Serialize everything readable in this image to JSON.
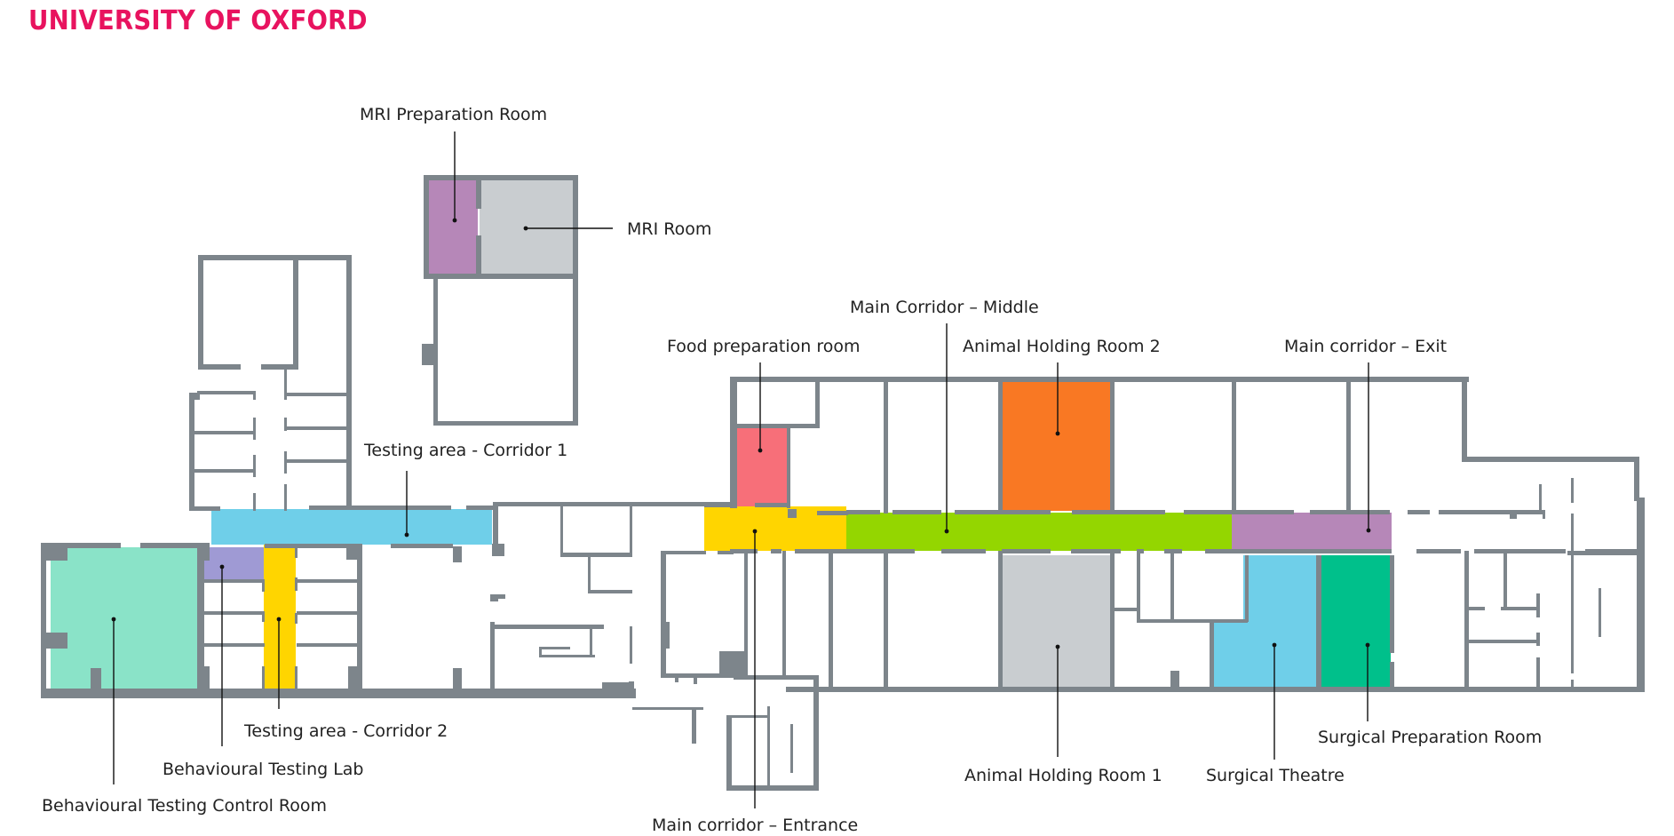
{
  "header": {
    "title": "UNIVERSITY OF OXFORD",
    "brand_color": "#e8135f"
  },
  "colors": {
    "wall": "#7d858b",
    "label_text": "#222222",
    "leader_line": "#111111"
  },
  "rooms": [
    {
      "id": "mri-prep",
      "label": "MRI Preparation Room",
      "color": "#b687b8"
    },
    {
      "id": "mri-room",
      "label": "MRI Room",
      "color": "#c9cdd0"
    },
    {
      "id": "testing-corridor-1",
      "label": "Testing area - Corridor 1",
      "color": "#6fcfe9"
    },
    {
      "id": "food-prep",
      "label": "Food preparation room",
      "color": "#f76f79"
    },
    {
      "id": "main-corridor-middle",
      "label": "Main Corridor – Middle",
      "color": "#94d600"
    },
    {
      "id": "animal-holding-2",
      "label": "Animal Holding Room 2",
      "color": "#f97823"
    },
    {
      "id": "main-corridor-exit",
      "label": "Main corridor – Exit",
      "color": "#b687b8"
    },
    {
      "id": "behavioural-control",
      "label": "Behavioural Testing Control Room",
      "color": "#8ae3c8"
    },
    {
      "id": "behavioural-lab",
      "label": "Behavioural Testing Lab",
      "color": "#9f9ad4"
    },
    {
      "id": "testing-corridor-2",
      "label": "Testing area - Corridor 2",
      "color": "#ffd500"
    },
    {
      "id": "main-corridor-entrance",
      "label": "Main corridor – Entrance",
      "color": "#ffd500"
    },
    {
      "id": "animal-holding-1",
      "label": "Animal Holding Room 1",
      "color": "#c9cdd0"
    },
    {
      "id": "surgical-theatre",
      "label": "Surgical Theatre",
      "color": "#6fcfe9"
    },
    {
      "id": "surgical-prep",
      "label": "Surgical Preparation Room",
      "color": "#00c08b"
    }
  ]
}
